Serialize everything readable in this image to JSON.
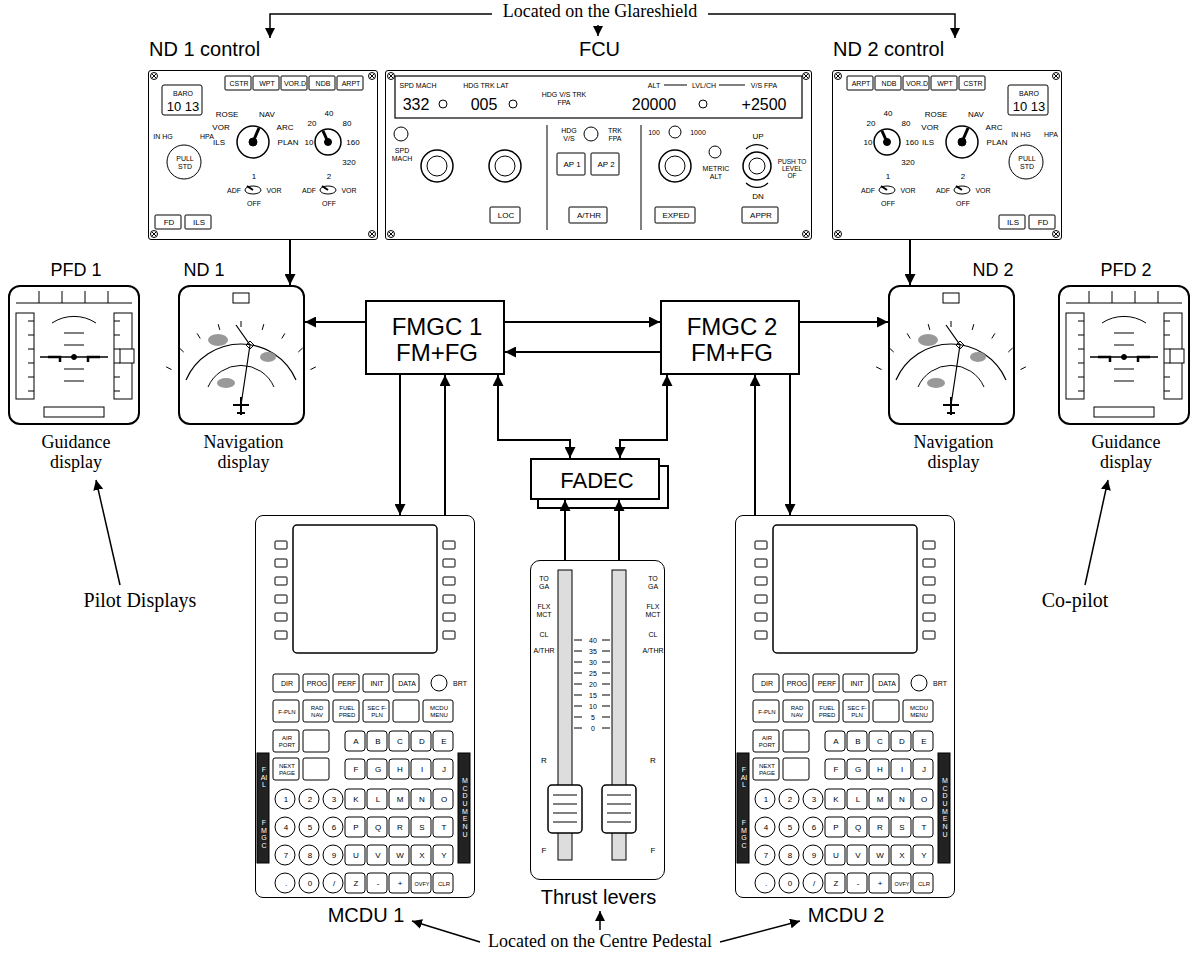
{
  "diagram": {
    "nodes": [
      {
        "text": [
          "ND 1 control",
          "CSTR",
          "WPT",
          "VOR.D",
          "NDB",
          "ARPT",
          "BARO",
          "10 13",
          "IN HG",
          "HPA",
          "PULL STD",
          "FD",
          "ILS",
          "ROSE",
          "NAV",
          "VOR",
          "ARC",
          "ILS",
          "PLAN",
          "10",
          "20",
          "40",
          "80",
          "160",
          "320",
          "1",
          "ADF",
          "VOR",
          "OFF",
          "2",
          "ADF",
          "VOR",
          "OFF"
        ]
      },
      {
        "text": [
          "FCU",
          "SPD MACH",
          "332",
          "HDG TRK LAT",
          "005",
          "HDG V/S TRK FPA",
          "ALT",
          "LVL/CH",
          "V/S FPA",
          "20000",
          "+2500",
          "SPD MACH",
          "HDG V/S",
          "TRK FPA",
          "AP 1",
          "AP 2",
          "LOC",
          "A/THR",
          "EXPED",
          "APPR",
          "100",
          "1000",
          "METRIC ALT",
          "UP",
          "PUSH TO LEVEL OF",
          "DN"
        ]
      },
      {
        "text": [
          "ND 2 control",
          "CSTR",
          "WPT",
          "VOR.D",
          "NDB",
          "ARPT",
          "BARO",
          "10 13",
          "IN HG",
          "HPA",
          "PULL STD",
          "FD",
          "ILS",
          "ROSE",
          "NAV",
          "VOR",
          "ARC",
          "ILS",
          "PLAN",
          "10",
          "20",
          "40",
          "80",
          "160",
          "320",
          "1",
          "ADF",
          "VOR",
          "OFF",
          "2",
          "ADF",
          "VOR",
          "OFF"
        ]
      },
      {
        "text": [
          "PFD 1",
          "Guidance display"
        ]
      },
      {
        "text": [
          "ND 1",
          "Navigation display"
        ]
      },
      {
        "text": [
          "FMGC 1 FM+FG"
        ]
      },
      {
        "text": [
          "FMGC 2 FM+FG"
        ]
      },
      {
        "text": [
          "ND 2",
          "Navigation display"
        ]
      },
      {
        "text": [
          "PFD 2",
          "Guidance display"
        ]
      },
      {
        "text": [
          "FADEC"
        ]
      },
      {
        "text": [
          "MCDU 1",
          "DIR",
          "PROG",
          "PERF",
          "INIT",
          "DATA",
          "BRT",
          "F-PLN",
          "RAD NAV",
          "FUEL PRED",
          "SEC F-PLN",
          "MCDU MENU",
          "AIR PORT",
          "A",
          "B",
          "C",
          "D",
          "E",
          "NEXT PAGE",
          "F",
          "G",
          "H",
          "I",
          "J",
          "1",
          "2",
          "3",
          "K",
          "L",
          "M",
          "N",
          "O",
          "4",
          "5",
          "6",
          "P",
          "Q",
          "R",
          "S",
          "T",
          "7",
          "8",
          "9",
          "U",
          "V",
          "W",
          "X",
          "Y",
          ".",
          "0",
          "/",
          "Z",
          "-",
          "+",
          "OVFY",
          "CLR",
          "FAIL",
          "FM GC",
          "MCDU MENU"
        ]
      },
      {
        "text": [
          "Thrust levers",
          "TO GA",
          "FLX MCT",
          "CL",
          "A/THR",
          "R",
          "F",
          "40",
          "35",
          "30",
          "25",
          "20",
          "15",
          "10",
          "5",
          "0",
          "TO GA",
          "FLX MCT",
          "CL",
          "A/THR",
          "R",
          "F"
        ]
      },
      {
        "text": [
          "MCDU 2",
          "DIR",
          "PROG",
          "PERF",
          "INIT",
          "DATA",
          "BRT",
          "F-PLN",
          "RAD NAV",
          "FUEL PRED",
          "SEC F-PLN",
          "MCDU MENU",
          "AIR PORT",
          "A",
          "B",
          "C",
          "D",
          "E",
          "NEXT PAGE",
          "F",
          "G",
          "H",
          "I",
          "J",
          "1",
          "2",
          "3",
          "K",
          "L",
          "M",
          "N",
          "O",
          "4",
          "5",
          "6",
          "P",
          "Q",
          "R",
          "S",
          "T",
          "7",
          "8",
          "9",
          "U",
          "V",
          "W",
          "X",
          "Y",
          ".",
          "0",
          "/",
          "Z",
          "-",
          "+",
          "OVFY",
          "CLR",
          "FAIL",
          "FM GC",
          "MCDU MENU"
        ]
      }
    ],
    "edges": [
      {
        "from": 0,
        "to": 4,
        "arrow": "to"
      },
      {
        "from": 2,
        "to": 7,
        "arrow": "to"
      },
      {
        "from": 5,
        "to": 4,
        "arrow": "to"
      },
      {
        "from": 5,
        "to": 6,
        "arrow": "to"
      },
      {
        "from": 6,
        "to": 5,
        "arrow": "to"
      },
      {
        "from": 6,
        "to": 7,
        "arrow": "to"
      },
      {
        "from": 5,
        "to": 9,
        "arrow": "both"
      },
      {
        "from": 6,
        "to": 9,
        "arrow": "both"
      },
      {
        "from": 5,
        "to": 10,
        "arrow": "to"
      },
      {
        "from": 10,
        "to": 5,
        "arrow": "to"
      },
      {
        "from": 6,
        "to": 12,
        "arrow": "to"
      },
      {
        "from": 12,
        "to": 6,
        "arrow": "to"
      },
      {
        "from": 11,
        "to": 9,
        "arrow": "to"
      },
      {
        "from": 11,
        "to": 9,
        "arrow": "to"
      }
    ],
    "labels": [
      "Located on the Glareshield",
      "Pilot Displays",
      "Co-pilot",
      "Located on the Centre Pedestal"
    ]
  }
}
